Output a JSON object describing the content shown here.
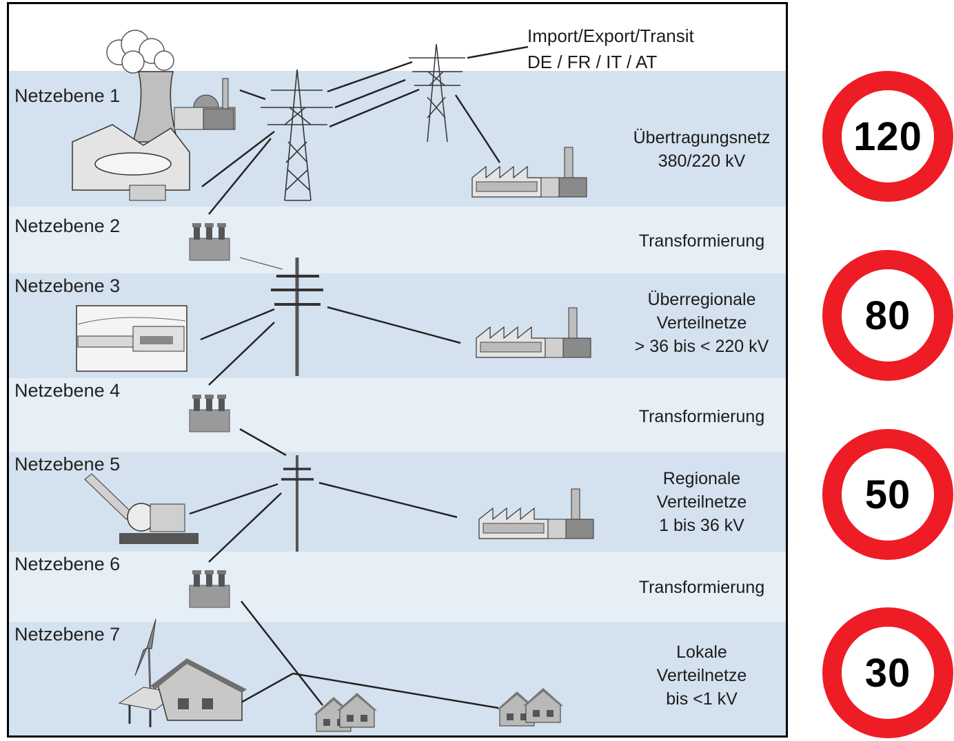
{
  "diagram": {
    "import_export": "Import/Export/Transit\nDE / FR / IT / AT",
    "levels": [
      {
        "label": "Netzebene 1",
        "description": "Übertragungsnetz\n380/220 kV"
      },
      {
        "label": "Netzebene 2",
        "description": "Transformierung"
      },
      {
        "label": "Netzebene 3",
        "description": "Überregionale\nVerteilnetze\n> 36 bis < 220 kV"
      },
      {
        "label": "Netzebene 4",
        "description": "Transformierung"
      },
      {
        "label": "Netzebene 5",
        "description": "Regionale\nVerteilnetze\n1 bis 36 kV"
      },
      {
        "label": "Netzebene 6",
        "description": "Transformierung"
      },
      {
        "label": "Netzebene 7",
        "description": "Lokale\nVerteilnetze\nbis <1 kV"
      }
    ],
    "icons": [
      "power-plant-icon",
      "dam-icon",
      "transmission-tower-icon",
      "factory-icon",
      "transformer-icon",
      "hydro-plant-icon",
      "water-wheel-icon",
      "wind-turbine-icon",
      "house-icon",
      "solar-panel-icon"
    ]
  },
  "speed_signs": [
    {
      "value": "120"
    },
    {
      "value": "80"
    },
    {
      "value": "50"
    },
    {
      "value": "30"
    }
  ],
  "colors": {
    "band_dark": "#d4e1ee",
    "band_light": "#e6eef6",
    "sign_ring": "#ee1c25"
  }
}
